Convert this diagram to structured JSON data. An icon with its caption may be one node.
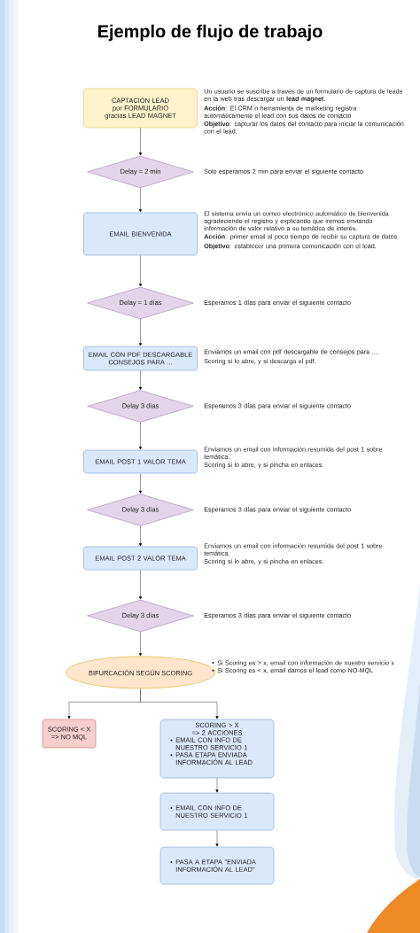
{
  "diagram": {
    "title": "Ejemplo de flujo de trabajo",
    "nodes": [
      {
        "text": [
          "CAPTACIÓN LEAD por FORMULARIO gracias LEAD MAGNET"
        ],
        "beside": [
          "Un usuario se suscribe a través de un formulario de captura de leads en la web tras descargar un **lead magnet**.",
          "**Acción**: El CRM o herramienta de marketing registra automáticamente el lead con sus datos de contacto",
          "**Objetivo**: capturar los datos del contacto para iniciar la comunicación con el lead."
        ]
      },
      {
        "text": [
          "Delay = 2 min"
        ],
        "beside": [
          "Solo esperamos 2 min para enviar el siguiente contacto"
        ]
      },
      {
        "text": [
          "EMAIL BIENVENIDA"
        ],
        "beside": [
          "El sistema envía un correo electrónico automático de bienvenida agradeciendo el registro y explicando que iremos enviando información de valor relativo a su temática de interés.",
          "**Acción**: primer email al poco tiempo de recibir su captura de datos.",
          "**Objetivo**: establecer una primera comunicación con el lead."
        ]
      },
      {
        "text": [
          "Delay = 1 días"
        ],
        "beside": [
          "Esperamos 1 días para enviar el siguiente contacto"
        ]
      },
      {
        "text": [
          "EMAIL CON PDF DESCARGABLE CONSEJOS PARA ..."
        ],
        "beside": [
          "Enviamos un email con pdf descargable de consejos para ....",
          "Scoring si lo abre, y si descarga el pdf."
        ]
      },
      {
        "text": [
          "Delay 3 días"
        ],
        "beside": [
          "Esperamos 3 días para enviar el siguiente contacto"
        ]
      },
      {
        "text": [
          "EMAIL POST 1 VALOR TEMA"
        ],
        "beside": [
          "Enviamos un email con información resumida del post 1 sobre temática.",
          "Scoring si lo abre, y si pincha en enlaces."
        ]
      },
      {
        "text": [
          "Delay 3 días"
        ],
        "beside": [
          "Esperamos 3 días para enviar el siguiente contacto"
        ]
      },
      {
        "text": [
          "EMAIL POST 2 VALOR TEMA"
        ],
        "beside": [
          "Enviamos un email con información resumida del post 1 sobre temática.",
          "Scoring si lo abre, y si pincha en enlaces."
        ]
      },
      {
        "text": [
          "Delay 3 días"
        ],
        "beside": [
          "Esperamos 3 días para enviar el siguiente contacto"
        ]
      },
      {
        "text": [
          "BIFURCACIÓN SEGÚN SCORING"
        ],
        "beside": [
          "Si Scoring es > x, email con información de nuestro servicio x",
          "Si Scoring es < x, email damos el lead como NO-MQL"
        ]
      },
      {
        "text": [
          "SCORING < X => NO MQL"
        ]
      },
      {
        "text": [
          "SCORING > X => 2 ACCIONES",
          "EMAIL CON INFO DE NUESTRO SERVICIO 1",
          "PASA ETAPA ENVIADA INFORMACIÓN AL LEAD"
        ]
      },
      {
        "text": [
          "EMAIL CON INFO DE NUESTRO SERVICIO 1"
        ]
      },
      {
        "text": [
          "PASA A ETAPA \"ENVIADA INFORMACIÓN AL LEAD\""
        ]
      }
    ],
    "edges": [
      {
        "from": 0,
        "to": 1,
        "arrow": "to"
      },
      {
        "from": 1,
        "to": 2,
        "arrow": "to"
      },
      {
        "from": 2,
        "to": 3,
        "arrow": "to"
      },
      {
        "from": 3,
        "to": 4,
        "arrow": "to"
      },
      {
        "from": 4,
        "to": 5,
        "arrow": "to"
      },
      {
        "from": 5,
        "to": 6,
        "arrow": "to"
      },
      {
        "from": 6,
        "to": 7,
        "arrow": "to"
      },
      {
        "from": 7,
        "to": 8,
        "arrow": "to"
      },
      {
        "from": 8,
        "to": 9,
        "arrow": "to"
      },
      {
        "from": 9,
        "to": 10,
        "arrow": "to"
      },
      {
        "from": 10,
        "to": 11,
        "arrow": "to"
      },
      {
        "from": 10,
        "to": 12,
        "arrow": "to"
      },
      {
        "from": 12,
        "to": 13,
        "arrow": "to"
      },
      {
        "from": 13,
        "to": 14,
        "arrow": "to"
      }
    ]
  }
}
